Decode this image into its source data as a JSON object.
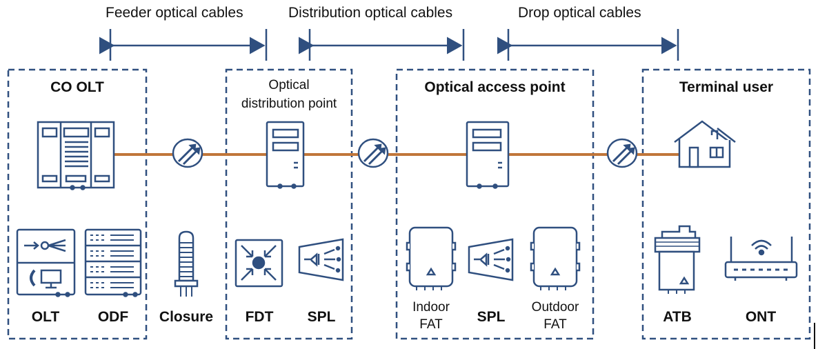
{
  "cables": {
    "feeder": "Feeder optical cables",
    "distribution": "Distribution optical cables",
    "drop": "Drop optical cables"
  },
  "sections": {
    "co_olt": "CO OLT",
    "odp_line1": "Optical",
    "odp_line2": "distribution point",
    "oap": "Optical access point",
    "terminal": "Terminal user"
  },
  "devices": {
    "olt": "OLT",
    "odf": "ODF",
    "closure": "Closure",
    "fdt": "FDT",
    "spl1": "SPL",
    "indoor_fat_1": "Indoor",
    "indoor_fat_2": "FAT",
    "spl2": "SPL",
    "outdoor_fat_1": "Outdoor",
    "outdoor_fat_2": "FAT",
    "atb": "ATB",
    "ont": "ONT"
  },
  "colors": {
    "line_blue": "#2f4f7f",
    "fiber_orange": "#c0763a",
    "box_dash": "#2f4f7f"
  }
}
